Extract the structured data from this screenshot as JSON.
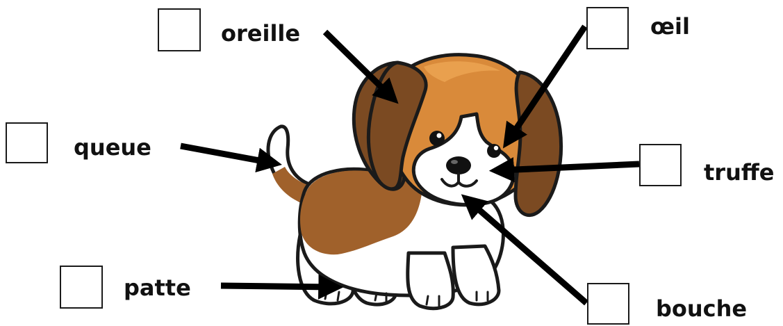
{
  "labels": {
    "oreille": "oreille",
    "oeil": "œil",
    "queue": "queue",
    "truffe": "truffe",
    "patte": "patte",
    "bouche": "bouche"
  },
  "colors": {
    "outline": "#1a1a1a",
    "brown_dark": "#7b4a22",
    "brown_mid": "#a0612b",
    "orange": "#d98a3a",
    "orange_light": "#e9a04e",
    "white": "#ffffff",
    "arrow": "#000000"
  },
  "icons": [
    "puppy-illustration",
    "arrow-icon"
  ]
}
